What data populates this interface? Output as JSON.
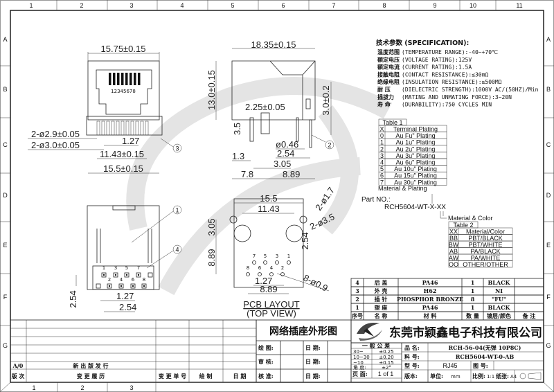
{
  "grid": {
    "columns": [
      "1",
      "2",
      "3",
      "4",
      "5",
      "6",
      "7",
      "8",
      "9",
      "10",
      "11"
    ],
    "rows": [
      "A",
      "B",
      "C",
      "D",
      "E",
      "F",
      "G"
    ]
  },
  "front_view": {
    "width_top": "15.75±0.15",
    "pin_numbers": "12345678",
    "hole1": "2-ø2.9±0.05",
    "hole2": "2-ø3.0±0.05",
    "pitch": "1.27",
    "span": "11.43±0.15",
    "width_bottom": "15.5±0.15",
    "balloon": "3"
  },
  "side_view": {
    "length": "18.35±0.15",
    "height": "13.0±0.15",
    "post_dia": "2.25±0.05",
    "pin_len": "3.0±0.2",
    "post_len": "3.5",
    "pin_dia": "ø0.46",
    "d1": "2.54",
    "d2": "1.3",
    "d3": "3.05",
    "d4": "7.8",
    "d5": "8.89",
    "balloon": "2"
  },
  "bottom_view": {
    "balloon_1": "1",
    "balloon_4": "4",
    "pins_top": [
      "1",
      "3",
      "5",
      "7"
    ],
    "pins_bottom": [
      "2",
      "4",
      "6",
      "8"
    ],
    "pitch": "1.27",
    "row_pitch": "2.54",
    "spacing": "2.54"
  },
  "pcb_layout": {
    "width": "15.5",
    "span": "11.43",
    "small_hole": "2-ø1.7",
    "big_hole": "2-ø3.5",
    "d1": "3.05",
    "d2": "8.89",
    "d3": "2.54",
    "pin_hole": "8-ø0.9",
    "pitch": "1.27",
    "pin_span": "8.89",
    "pins_top": [
      "7",
      "5",
      "3",
      "1"
    ],
    "pins_bottom": [
      "8",
      "6",
      "4",
      "2"
    ],
    "title": "PCB LAYOUT",
    "subtitle": "(TOP  VIEW)"
  },
  "specification": {
    "title": "技术参数 (SPECIFICATION):",
    "lines": [
      {
        "cn": "温度范围",
        "en": "(TEMPERATURE RANGE):-40~+70℃"
      },
      {
        "cn": "额定电压",
        "en": "(VOLTAGE RATING):125V"
      },
      {
        "cn": "额定电流",
        "en": "(CURRENT RATING):1.5A"
      },
      {
        "cn": "接触电阻",
        "en": "(CONTACT RESISTANCE):≤30mΩ"
      },
      {
        "cn": "绝缘电阻",
        "en": "(INSULATION RESISTANCE):≥500MΩ"
      },
      {
        "cn": "耐  压",
        "en": "(DIELECTRIC STRENGTH):1000V AC/(50HZ)/Min"
      },
      {
        "cn": "插拔力",
        "en": "(MATING AND UNMATING FORCE):3~20N"
      },
      {
        "cn": "寿  命",
        "en": "(DURABILITY):750 CYCLES MIN"
      }
    ]
  },
  "table1": {
    "title": "Table 1",
    "headers": [
      "X",
      "Terminal Plating"
    ],
    "rows": [
      [
        "0",
        "Au Fu\" Plating"
      ],
      [
        "1",
        "Au 1u\" Plating"
      ],
      [
        "2",
        "Au 2u\" Plating"
      ],
      [
        "3",
        "Au 3u\" Plating"
      ],
      [
        "4",
        "Au 6u\" Plating"
      ],
      [
        "5",
        "Au 10u\" Plating"
      ],
      [
        "6",
        "Au 15u\" Plating"
      ],
      [
        "7",
        "Au 30u\" Plating"
      ]
    ],
    "caption": "Material & Plating"
  },
  "part_no": {
    "label": "Part NO.:",
    "value": "RCH5604-WT-X-XX",
    "caption": "Material & Color"
  },
  "table2": {
    "title": "Table 2",
    "headers": [
      "XX",
      "Material/Color"
    ],
    "rows": [
      [
        "BB",
        "PBT/BLACK"
      ],
      [
        "BW",
        "PBT/WHITE"
      ],
      [
        "AB",
        "PA/BLACK"
      ],
      [
        "AW",
        "PA/WHITE"
      ],
      [
        "OO",
        "OTHER/OTHER"
      ]
    ]
  },
  "bom": {
    "headers": [
      "序号",
      "名  称",
      "材      料",
      "数  量",
      "镀层/颜色",
      "备  注"
    ],
    "rows": [
      [
        "4",
        "后  盖",
        "PA46",
        "1",
        "BLACK",
        ""
      ],
      [
        "3",
        "外  壳",
        "H62",
        "1",
        "NI",
        ""
      ],
      [
        "2",
        "插  针",
        "PHOSPHOR BRONZE",
        "8",
        "\"FU\"",
        ""
      ],
      [
        "1",
        "塑  座",
        "PA46",
        "1",
        "BLACK",
        ""
      ]
    ]
  },
  "company": {
    "name": "东莞市颖鑫电子科技有限公司",
    "brand_color": "#222222"
  },
  "title_block": {
    "drawing_title": "网络插座外形图",
    "draw": "绘  图:",
    "check": "审  核:",
    "approve": "核  准:",
    "date": "日  期:",
    "tolerance_title": "一 般 公 差",
    "tolerances": [
      [
        "30~",
        "±0.25"
      ],
      [
        "10~30",
        "±0.20"
      ],
      [
        "~10",
        "±0.15"
      ],
      [
        "角  度:",
        "±2°"
      ]
    ],
    "page_label": "页  面:",
    "page_value": "1  of  1",
    "product_name_label": "品  名:",
    "product_name": "RCH-56-04(无弹  10P8C)",
    "material_no_label": "料  号:",
    "material_no": "RCH5604-WT-0-AB",
    "model_label": "型  号:",
    "model": "RJ45",
    "drawing_no_label": "图  号:",
    "version_label": "版本:",
    "unit_label": "单位:",
    "unit": "mm",
    "scale_label": "比例:",
    "scale": "1:1",
    "paper_label": "纸张:",
    "paper": "A4"
  },
  "revision": {
    "rev": "A/0",
    "desc": "新 出 版 发 行",
    "headers": [
      "版 次",
      "变   更   履   历",
      "变 更 单 号",
      "绘   制",
      "日   期"
    ]
  },
  "bottom_strip": [
    "1",
    "2",
    "3"
  ]
}
